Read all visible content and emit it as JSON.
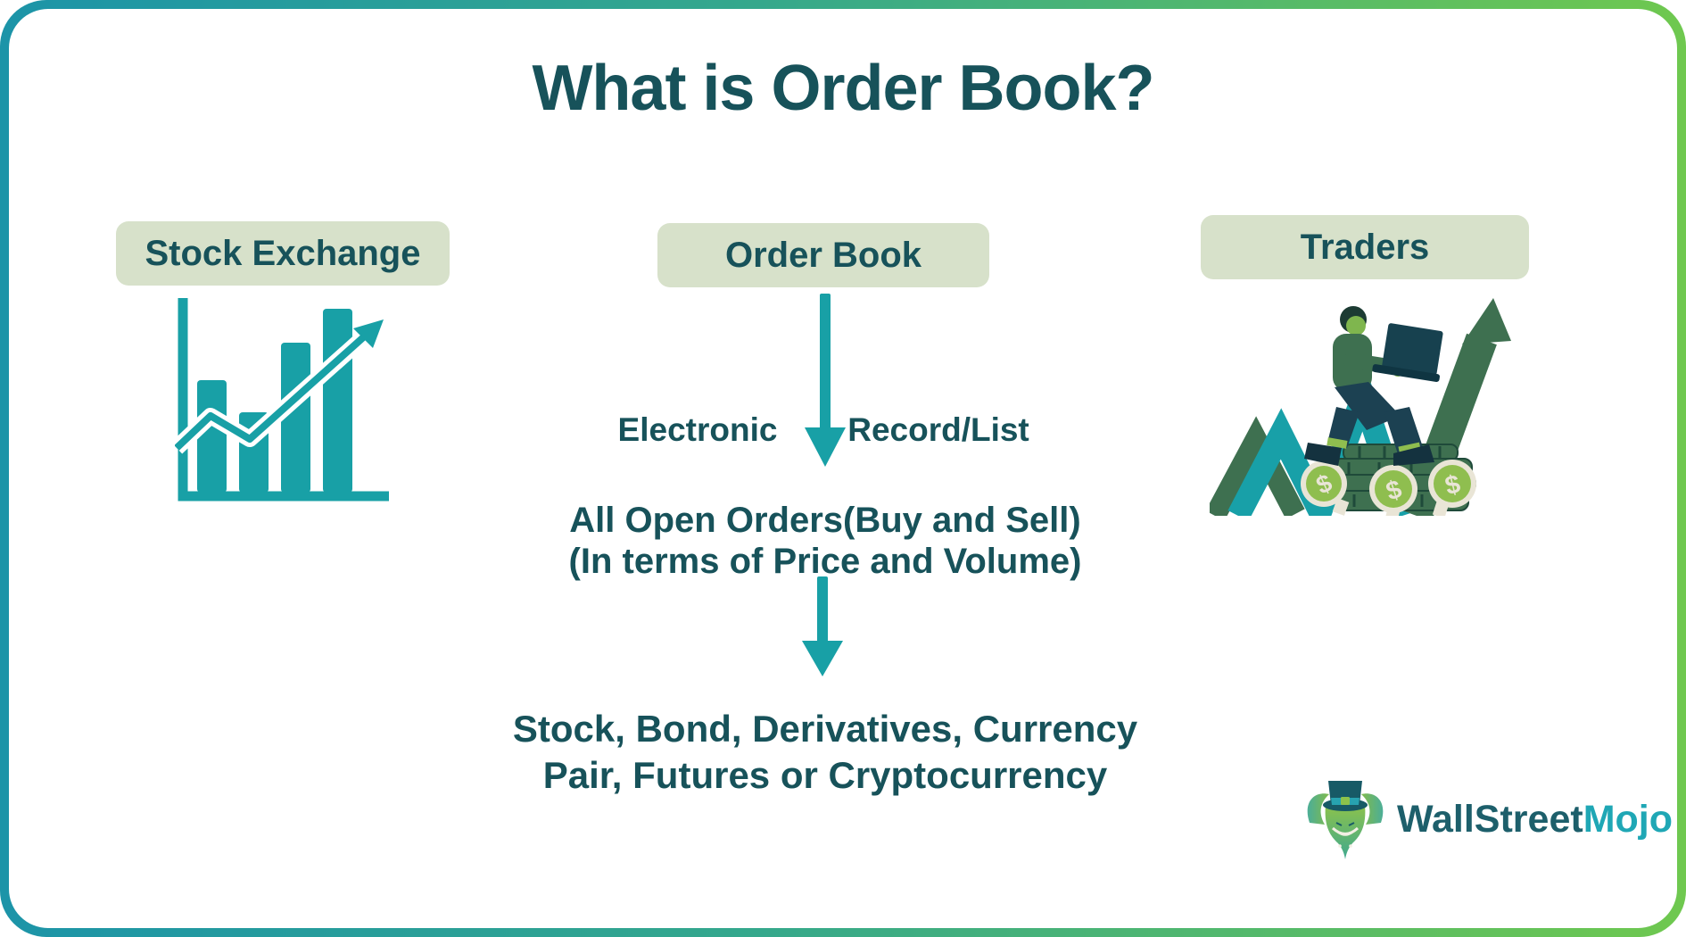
{
  "page": {
    "title": "What is Order Book?"
  },
  "badges": {
    "stock_exchange": "Stock Exchange",
    "order_book": "Order Book",
    "traders": "Traders"
  },
  "flow": {
    "left_note": "Electronic",
    "right_note": "Record/List",
    "open_orders_line1": "All Open Orders(Buy and Sell)",
    "open_orders_line2": "(In terms of Price and Volume)",
    "instruments_line1": "Stock, Bond, Derivatives, Currency",
    "instruments_line2": "Pair, Futures or Cryptocurrency"
  },
  "logo": {
    "part1": "WallStreet",
    "part2": "Mojo"
  },
  "icons": {
    "bar_chart": "bar-chart-growth-icon",
    "down_arrow_top": "down-arrow-icon",
    "down_arrow_bottom": "down-arrow-icon",
    "trader": "trader-on-coins-illustration",
    "bull": "wallstreetmojo-bull-icon"
  },
  "colors": {
    "dark_teal_text": "#17525A",
    "teal_accent": "#18A0A6",
    "badge_background": "#D7E1CA",
    "border_gradient_start": "#1C94A8",
    "border_gradient_end": "#6FC84F",
    "illustration_dark_green": "#3E7050",
    "coin_green": "#8FBE4F",
    "logo_teal": "#1FA7B5"
  }
}
